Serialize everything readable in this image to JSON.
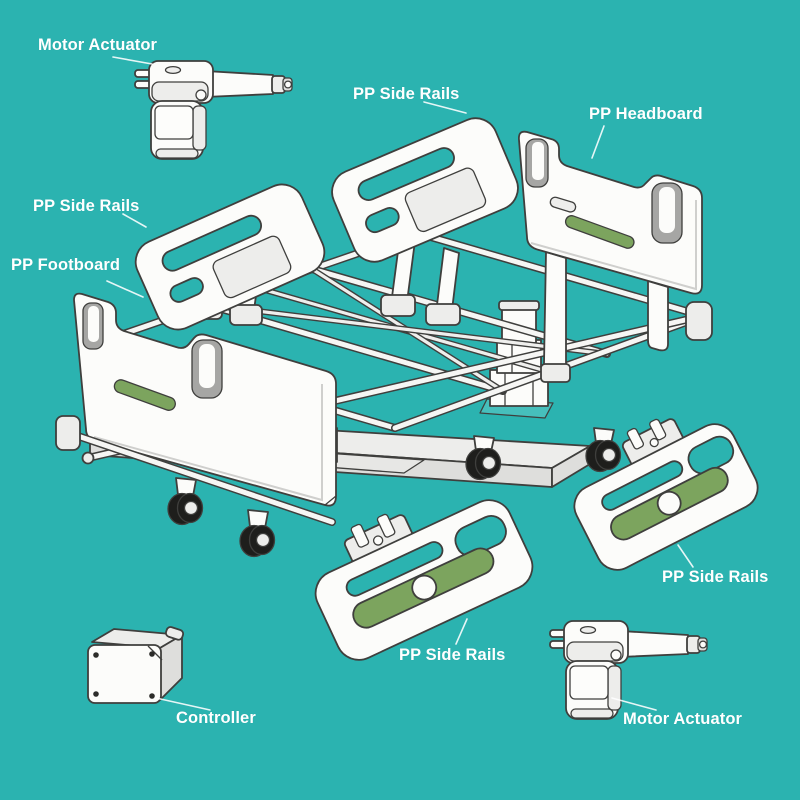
{
  "colors": {
    "background": "#2BB3B0",
    "part_outline": "#3F3F3D",
    "part_fill": "#FCFCFA",
    "accent_green": "#7CA45E",
    "label_text": "#FFFFFF",
    "wheel_tire": "#1E1E1C",
    "lift_pad_teal": "#46BFBC"
  },
  "labels": {
    "motor_actuator_top": "Motor Actuator",
    "side_rails_top": "PP Side Rails",
    "headboard": "PP Headboard",
    "side_rails_left": "PP Side Rails",
    "footboard": "PP Footboard",
    "side_rails_right": "PP Side Rails",
    "side_rails_bottom": "PP Side Rails",
    "controller": "Controller",
    "motor_actuator_bottom": "Motor Actuator"
  }
}
